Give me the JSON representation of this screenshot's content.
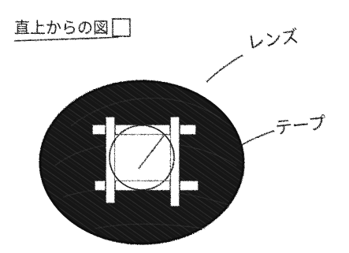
{
  "title": "直上からの図",
  "labels": {
    "lens": "レンズ",
    "tape": "テープ"
  },
  "colors": {
    "ink": "#1a1a1a",
    "lens_fill": "#141414",
    "paper": "#ffffff"
  }
}
